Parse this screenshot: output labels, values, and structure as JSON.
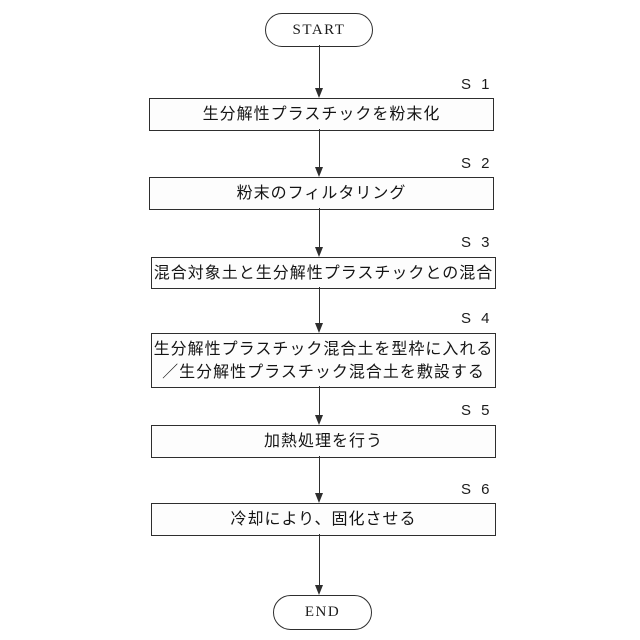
{
  "flowchart": {
    "title_hint": "biodegradable-plastic-soil-process-flow",
    "start_label": "START",
    "end_label": "END",
    "steps": [
      {
        "id": "S 1",
        "text": "生分解性プラスチックを粉末化"
      },
      {
        "id": "S 2",
        "text": "粉末のフィルタリング"
      },
      {
        "id": "S 3",
        "text": "混合対象土と生分解性プラスチックとの混合"
      },
      {
        "id": "S 4",
        "line1": "生分解性プラスチック混合土を型枠に入れる",
        "line2": "／生分解性プラスチック混合土を敷設する"
      },
      {
        "id": "S 5",
        "text": "加熱処理を行う"
      },
      {
        "id": "S 6",
        "text": "冷却により、固化させる"
      }
    ],
    "colors": {
      "line": "#2e2e2e",
      "background": "#ffffff",
      "text": "#141414"
    }
  }
}
